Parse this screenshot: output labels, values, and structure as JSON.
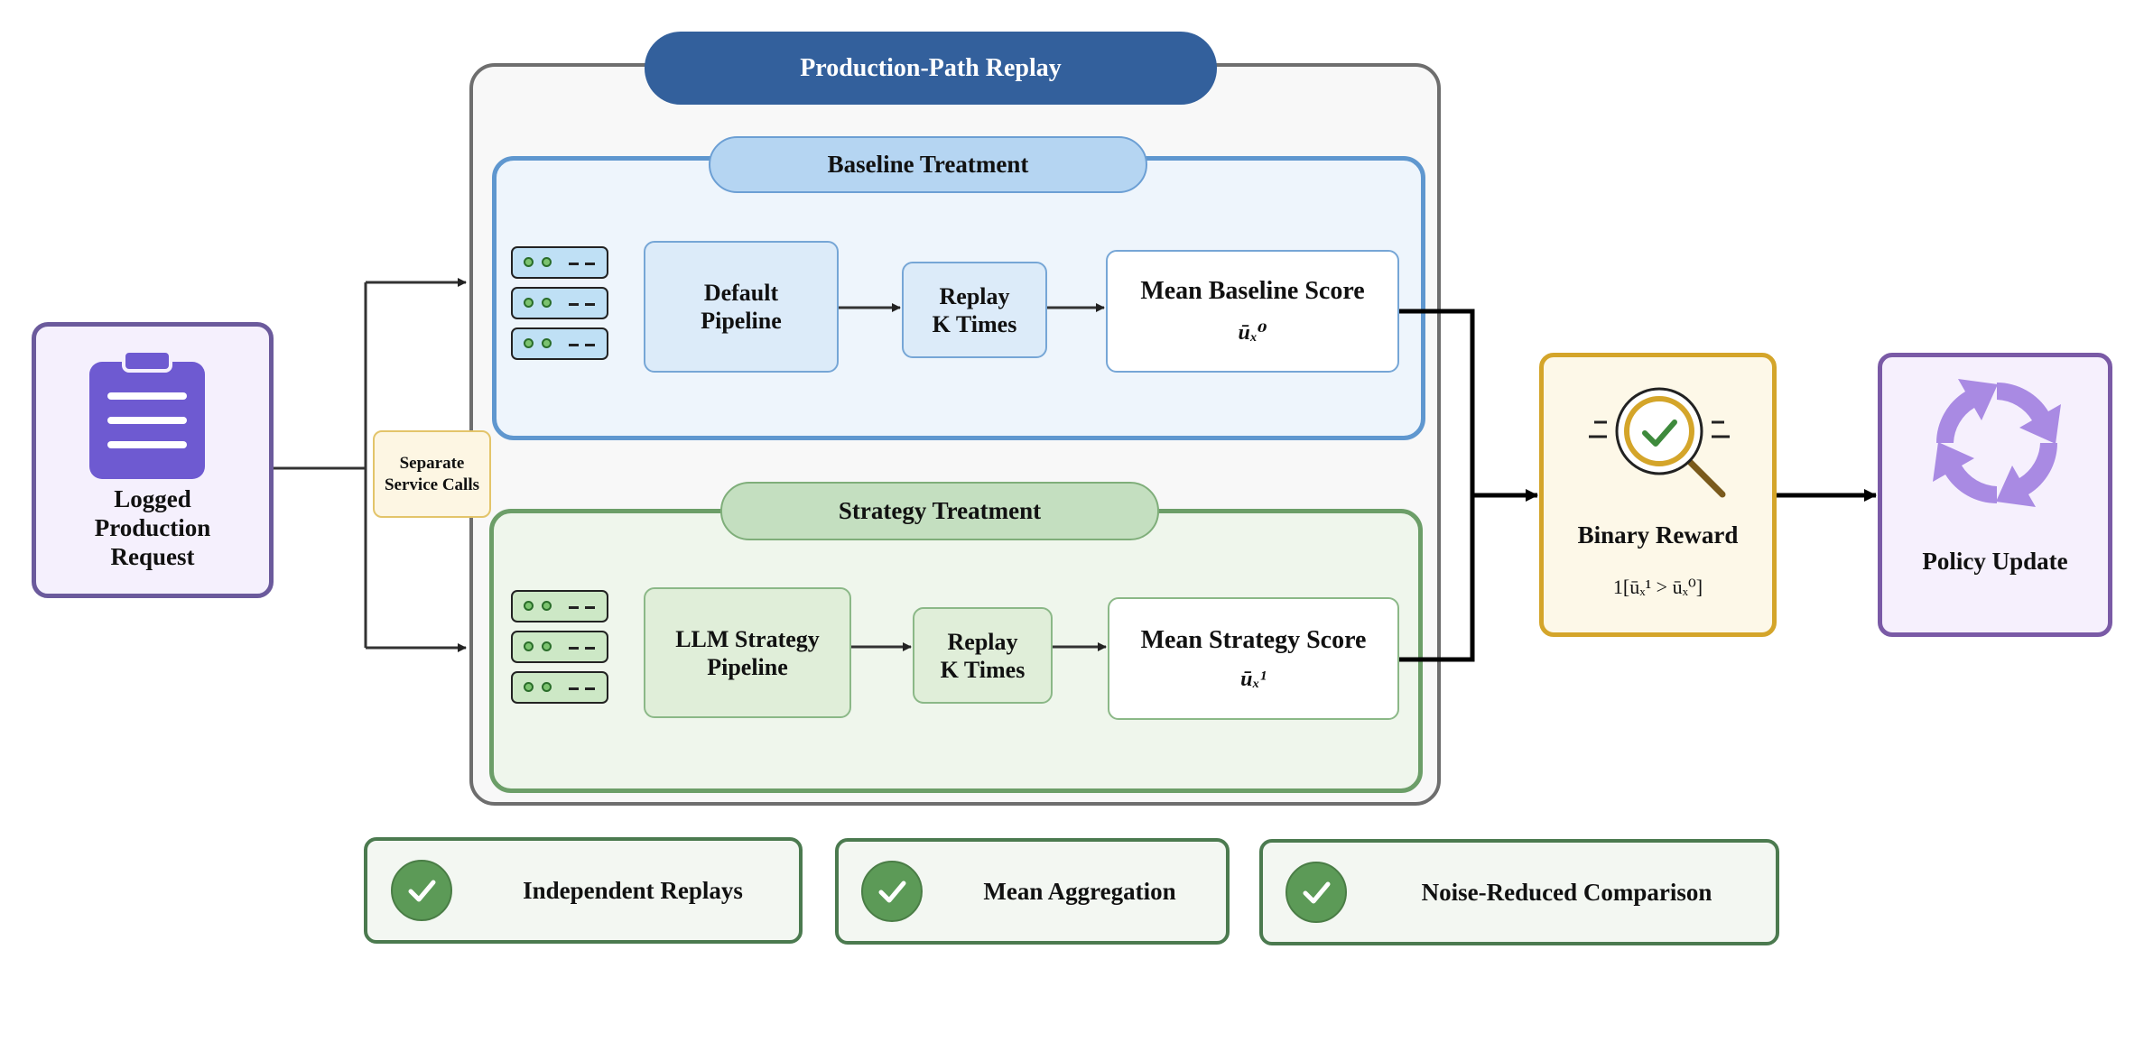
{
  "header": {
    "title": "Production-Path Replay"
  },
  "baseline": {
    "label": "Baseline Treatment",
    "pipeline_line1": "Default",
    "pipeline_line2": "Pipeline",
    "replay_line1": "Replay",
    "replay_line2": "K Times",
    "score_title": "Mean Baseline Score",
    "score_symbol": "ūₓ⁰"
  },
  "strategy": {
    "label": "Strategy Treatment",
    "pipeline_line1": "LLM Strategy",
    "pipeline_line2": "Pipeline",
    "replay_line1": "Replay",
    "replay_line2": "K Times",
    "score_title": "Mean Strategy Score",
    "score_symbol": "ūₓ¹"
  },
  "request": {
    "line1": "Logged",
    "line2": "Production",
    "line3": "Request"
  },
  "separate": {
    "line1": "Separate",
    "line2": "Service Calls"
  },
  "reward": {
    "title": "Binary Reward",
    "formula": "1[ūₓ¹ > ūₓ⁰]"
  },
  "policy": {
    "title": "Policy Update"
  },
  "badges": [
    {
      "label": "Independent Replays"
    },
    {
      "label": "Mean Aggregation"
    },
    {
      "label": "Noise-Reduced Comparison"
    }
  ],
  "colors": {
    "header": "#33609c",
    "baseline_border": "#5f97cf",
    "strategy_border": "#6c9e68",
    "reward_border": "#d4a52a",
    "policy_border": "#7a5aa6",
    "badge_border": "#4b7a4f"
  },
  "icons": {
    "request": "clipboard-icon",
    "reward": "magnifier-check-icon",
    "policy": "cycle-arrows-icon",
    "server": "server-rack-icon",
    "badge": "check-circle-icon"
  }
}
